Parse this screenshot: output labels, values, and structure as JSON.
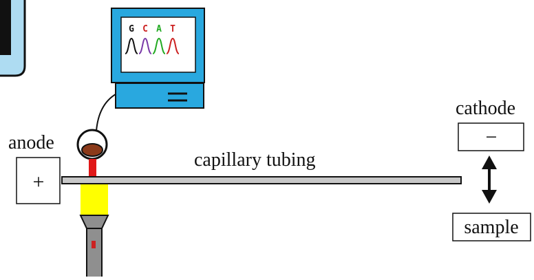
{
  "labels": {
    "anode": "anode",
    "cathode": "cathode",
    "capillary": "capillary tubing",
    "sample": "sample",
    "plus": "+",
    "minus": "−"
  },
  "monitor": {
    "bases": [
      "G",
      "C",
      "A",
      "T"
    ],
    "base_colors": [
      "#111111",
      "#cc2222",
      "#22aa22",
      "#cc2222"
    ],
    "peak_colors": [
      "#111111",
      "#7a3aa8",
      "#22aa22",
      "#cc2222"
    ]
  },
  "colors": {
    "computer": "#29a8df",
    "laser_beam": "#e01818",
    "light_cone": "#ffff00",
    "tubing": "#c8c8c8",
    "detector_eye": "#8b3a1a"
  }
}
